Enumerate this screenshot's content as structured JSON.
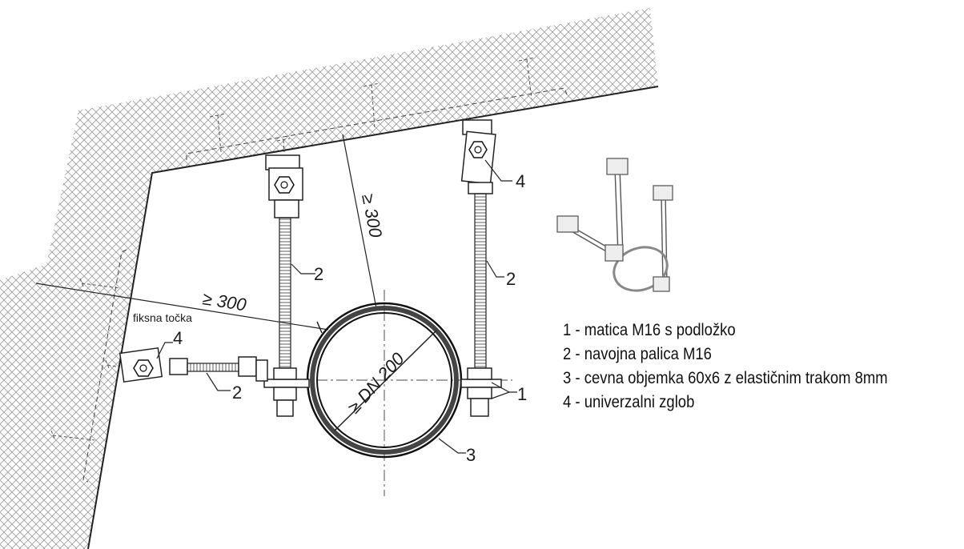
{
  "labels": {
    "fixed_point": "fiksna točka",
    "dim_horizontal": "≥ 300",
    "dim_vertical": "≥ 300",
    "pipe_size": "≥ DN 200",
    "callouts": [
      "1",
      "2",
      "2",
      "2",
      "3",
      "4",
      "4"
    ]
  },
  "legend": [
    {
      "text": "1 - matica M16 s podložko"
    },
    {
      "text": "2 - navojna palica M16"
    },
    {
      "text": "3 - cevna objemka 60x6 z elastičnim trakom 8mm"
    },
    {
      "text": "4 - univerzalni zglob"
    }
  ]
}
